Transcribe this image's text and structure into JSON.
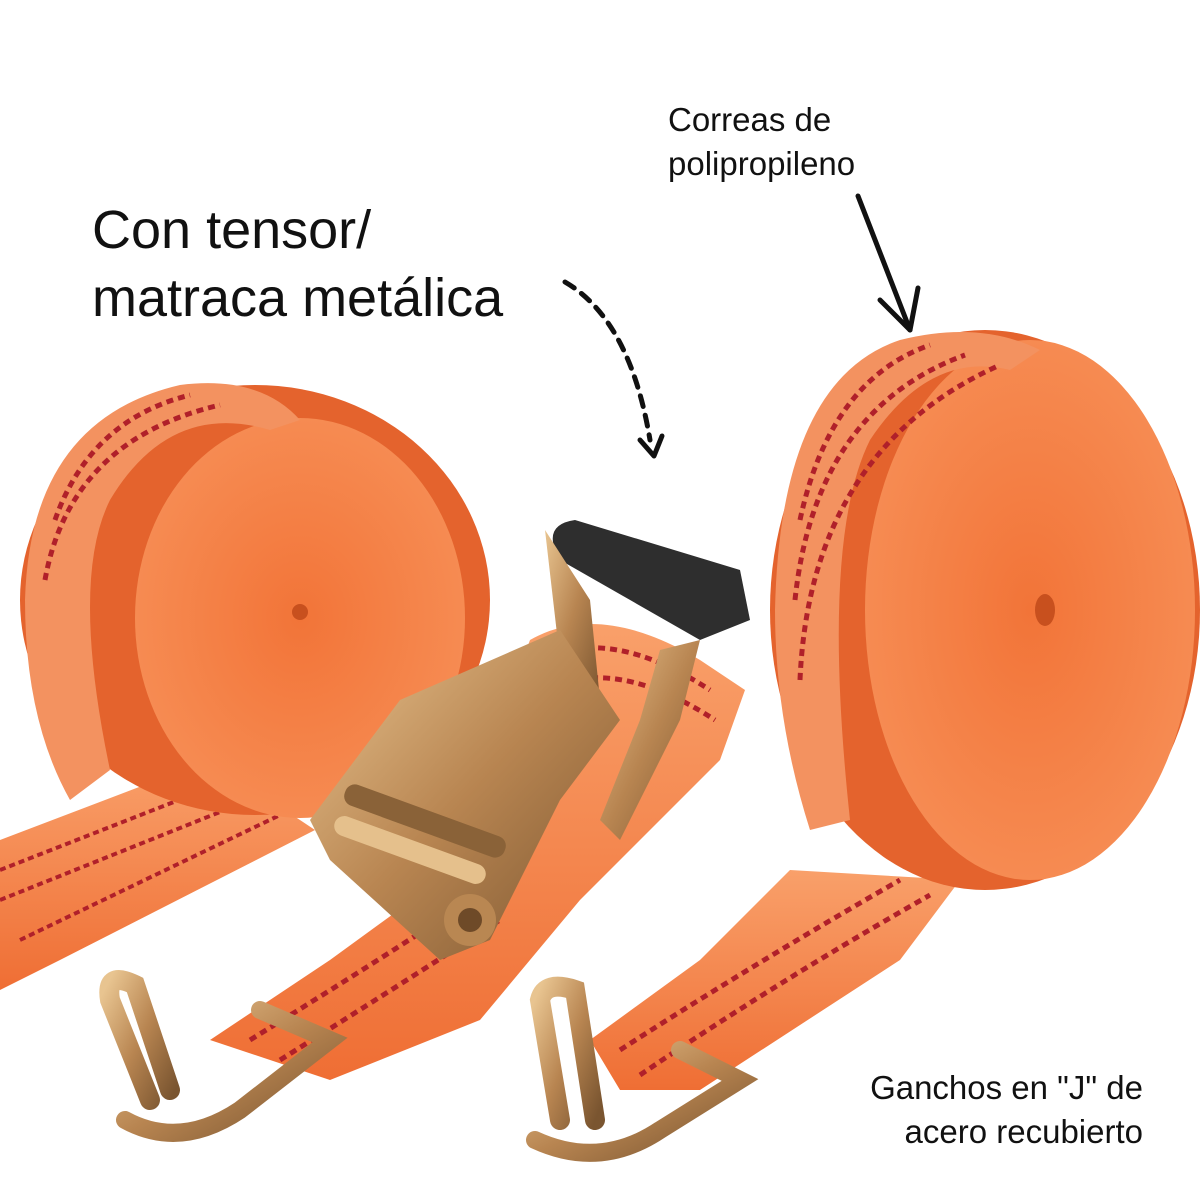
{
  "annotations": {
    "ratchet": {
      "line1": "Con tensor/",
      "line2": "matraca metálica"
    },
    "straps": {
      "line1": "Correas de",
      "line2": "polipropileno"
    },
    "hooks": {
      "line1": "Ganchos en \"J\" de",
      "line2": "acero recubierto"
    }
  },
  "colors": {
    "strap": "#f47a3e",
    "strap_light": "#f9a06a",
    "stitch": "#b0202a",
    "metal": "#c99b63",
    "handle": "#2e2e2e"
  }
}
